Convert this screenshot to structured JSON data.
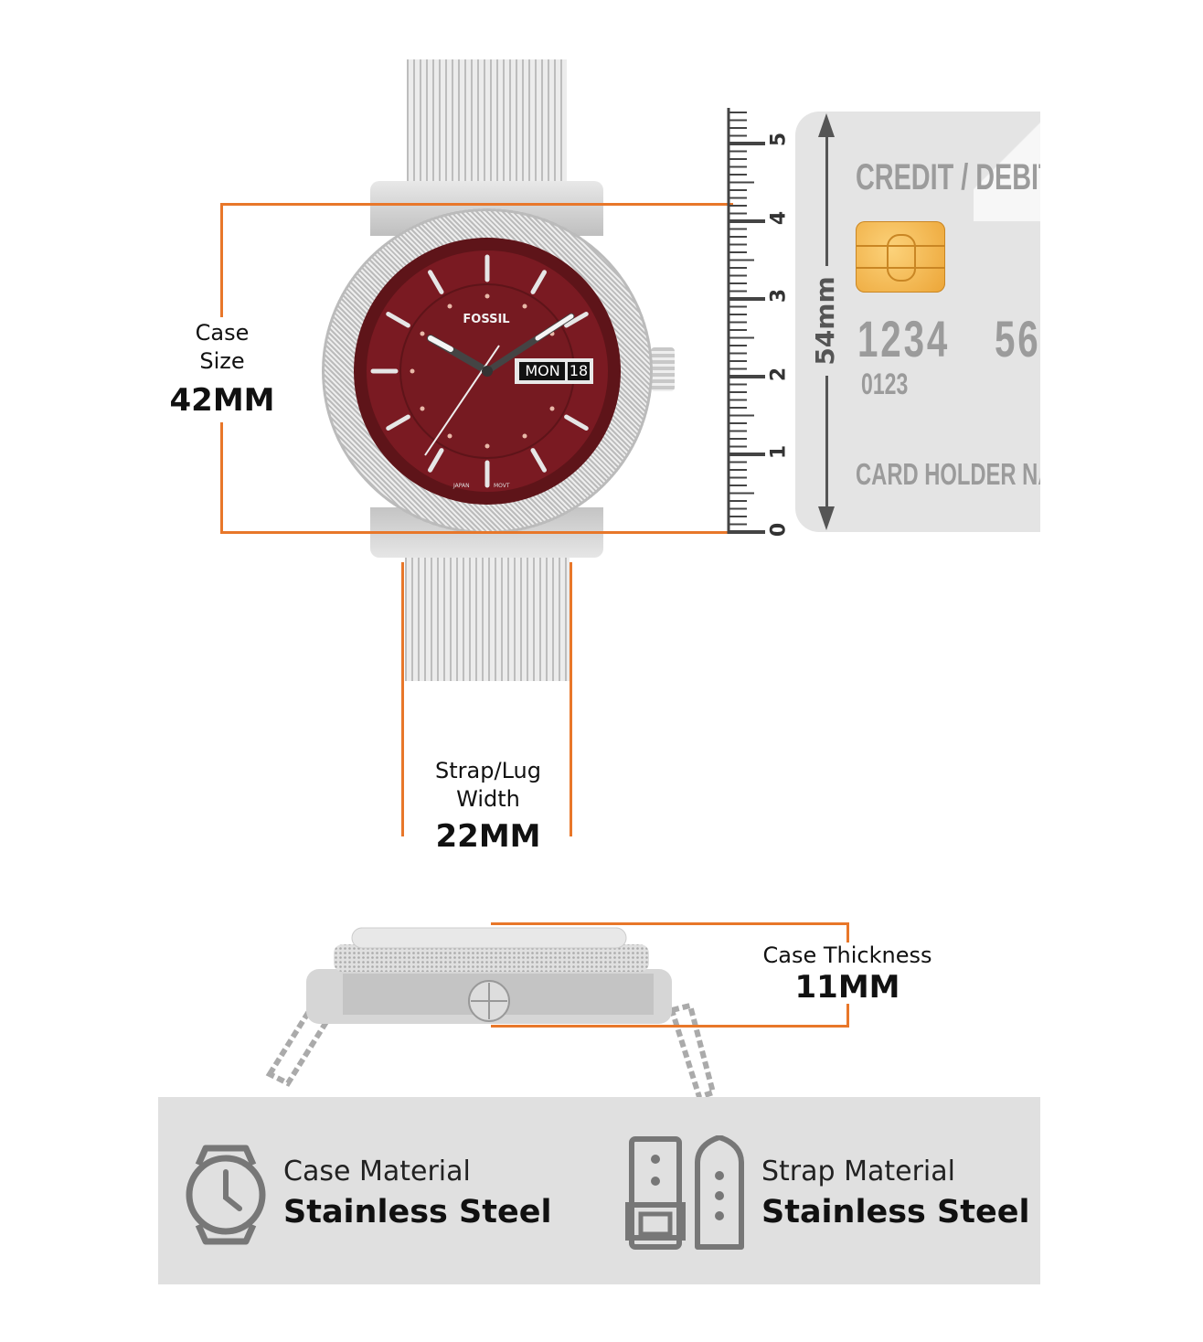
{
  "case_size": {
    "label_line1": "Case",
    "label_line2": "Size",
    "value": "42MM"
  },
  "strap_width": {
    "label_line1": "Strap/Lug",
    "label_line2": "Width",
    "value": "22MM"
  },
  "case_thickness": {
    "label": "Case Thickness",
    "value": "11MM"
  },
  "watch_dial": {
    "brand": "FOSSIL",
    "day": "MON",
    "date": "18",
    "left_text": "JAPAN",
    "right_text": "MOVT",
    "dial_color": "#7a1a22"
  },
  "ruler": {
    "numbers": [
      "0",
      "1",
      "2",
      "3",
      "4",
      "5"
    ]
  },
  "card": {
    "title": "CREDIT / DEBIT C",
    "number_1": "1234",
    "number_2": "56",
    "small_number": "0123",
    "holder": "CARD HOLDER NAME",
    "height_label": "54mm"
  },
  "materials": [
    {
      "label": "Case Material",
      "value": "Stainless Steel",
      "icon": "watch-icon"
    },
    {
      "label": "Strap Material",
      "value": "Stainless Steel Mesh",
      "icon": "strap-icon"
    }
  ],
  "colors": {
    "accent": "#e8772a",
    "bar_bg": "#e0e0e0",
    "card_bg": "#e4e4e4"
  }
}
